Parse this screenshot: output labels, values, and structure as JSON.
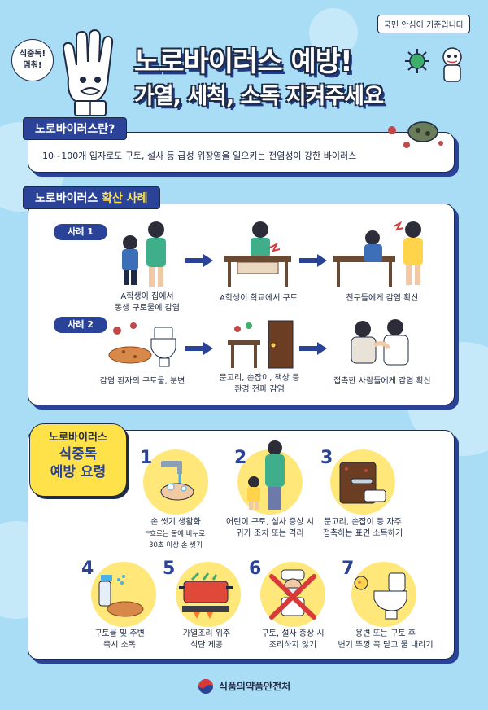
{
  "header": {
    "tagline": "국민 안심이 기준입니다",
    "shout": [
      "식중독!",
      "멈춰!"
    ],
    "title_main": "노로바이러스 예방!",
    "title_sub": "가열, 세척, 소독 지켜주세요"
  },
  "definition": {
    "heading": "노로바이러스란?",
    "text": "10~100개 입자로도 구토, 설사 등 급성 위장염을 일으키는 전염성이 강한 바이러스"
  },
  "spread": {
    "heading_part1": "노로바이러스",
    "heading_part2": "확산 사례",
    "cases": [
      {
        "label": "사례 1",
        "steps": [
          "A학생이 집에서\n동생 구토물에 감염",
          "A학생이 학교에서 구토",
          "친구들에게 감염 확산"
        ]
      },
      {
        "label": "사례 2",
        "steps": [
          "감염 환자의 구토물, 분변",
          "문고리, 손잡이, 책상 등\n환경 전파 감염",
          "접촉한 사람들에게 감염 확산"
        ]
      }
    ]
  },
  "prevention": {
    "label_l1": "노로바이러스",
    "label_l2": "식중독",
    "label_l3": "예방 요령",
    "tips": [
      {
        "num": "1",
        "text": "손 씻기 생활화",
        "note": "*흐르는 물에 비누로\n30초 이상 손 씻기"
      },
      {
        "num": "2",
        "text": "어린이 구토, 설사 증상 시\n귀가 조치 또는 격리",
        "note": ""
      },
      {
        "num": "3",
        "text": "문고리, 손잡이 등 자주\n접촉하는 표면 소독하기",
        "note": ""
      },
      {
        "num": "4",
        "text": "구토물 및 주변\n즉시 소독",
        "note": ""
      },
      {
        "num": "5",
        "text": "가열조리 위주\n식단 제공",
        "note": ""
      },
      {
        "num": "6",
        "text": "구토, 설사 증상 시\n조리하지 않기",
        "note": ""
      },
      {
        "num": "7",
        "text": "용변 또는 구토 후\n변기 뚜껑 꼭 닫고 물 내리기",
        "note": ""
      }
    ]
  },
  "footer": {
    "org": "식품의약품안전처"
  },
  "colors": {
    "background": "#a9dcf5",
    "navy": "#2a4399",
    "yellow": "#ffe14a",
    "ink": "#1f2a44"
  }
}
